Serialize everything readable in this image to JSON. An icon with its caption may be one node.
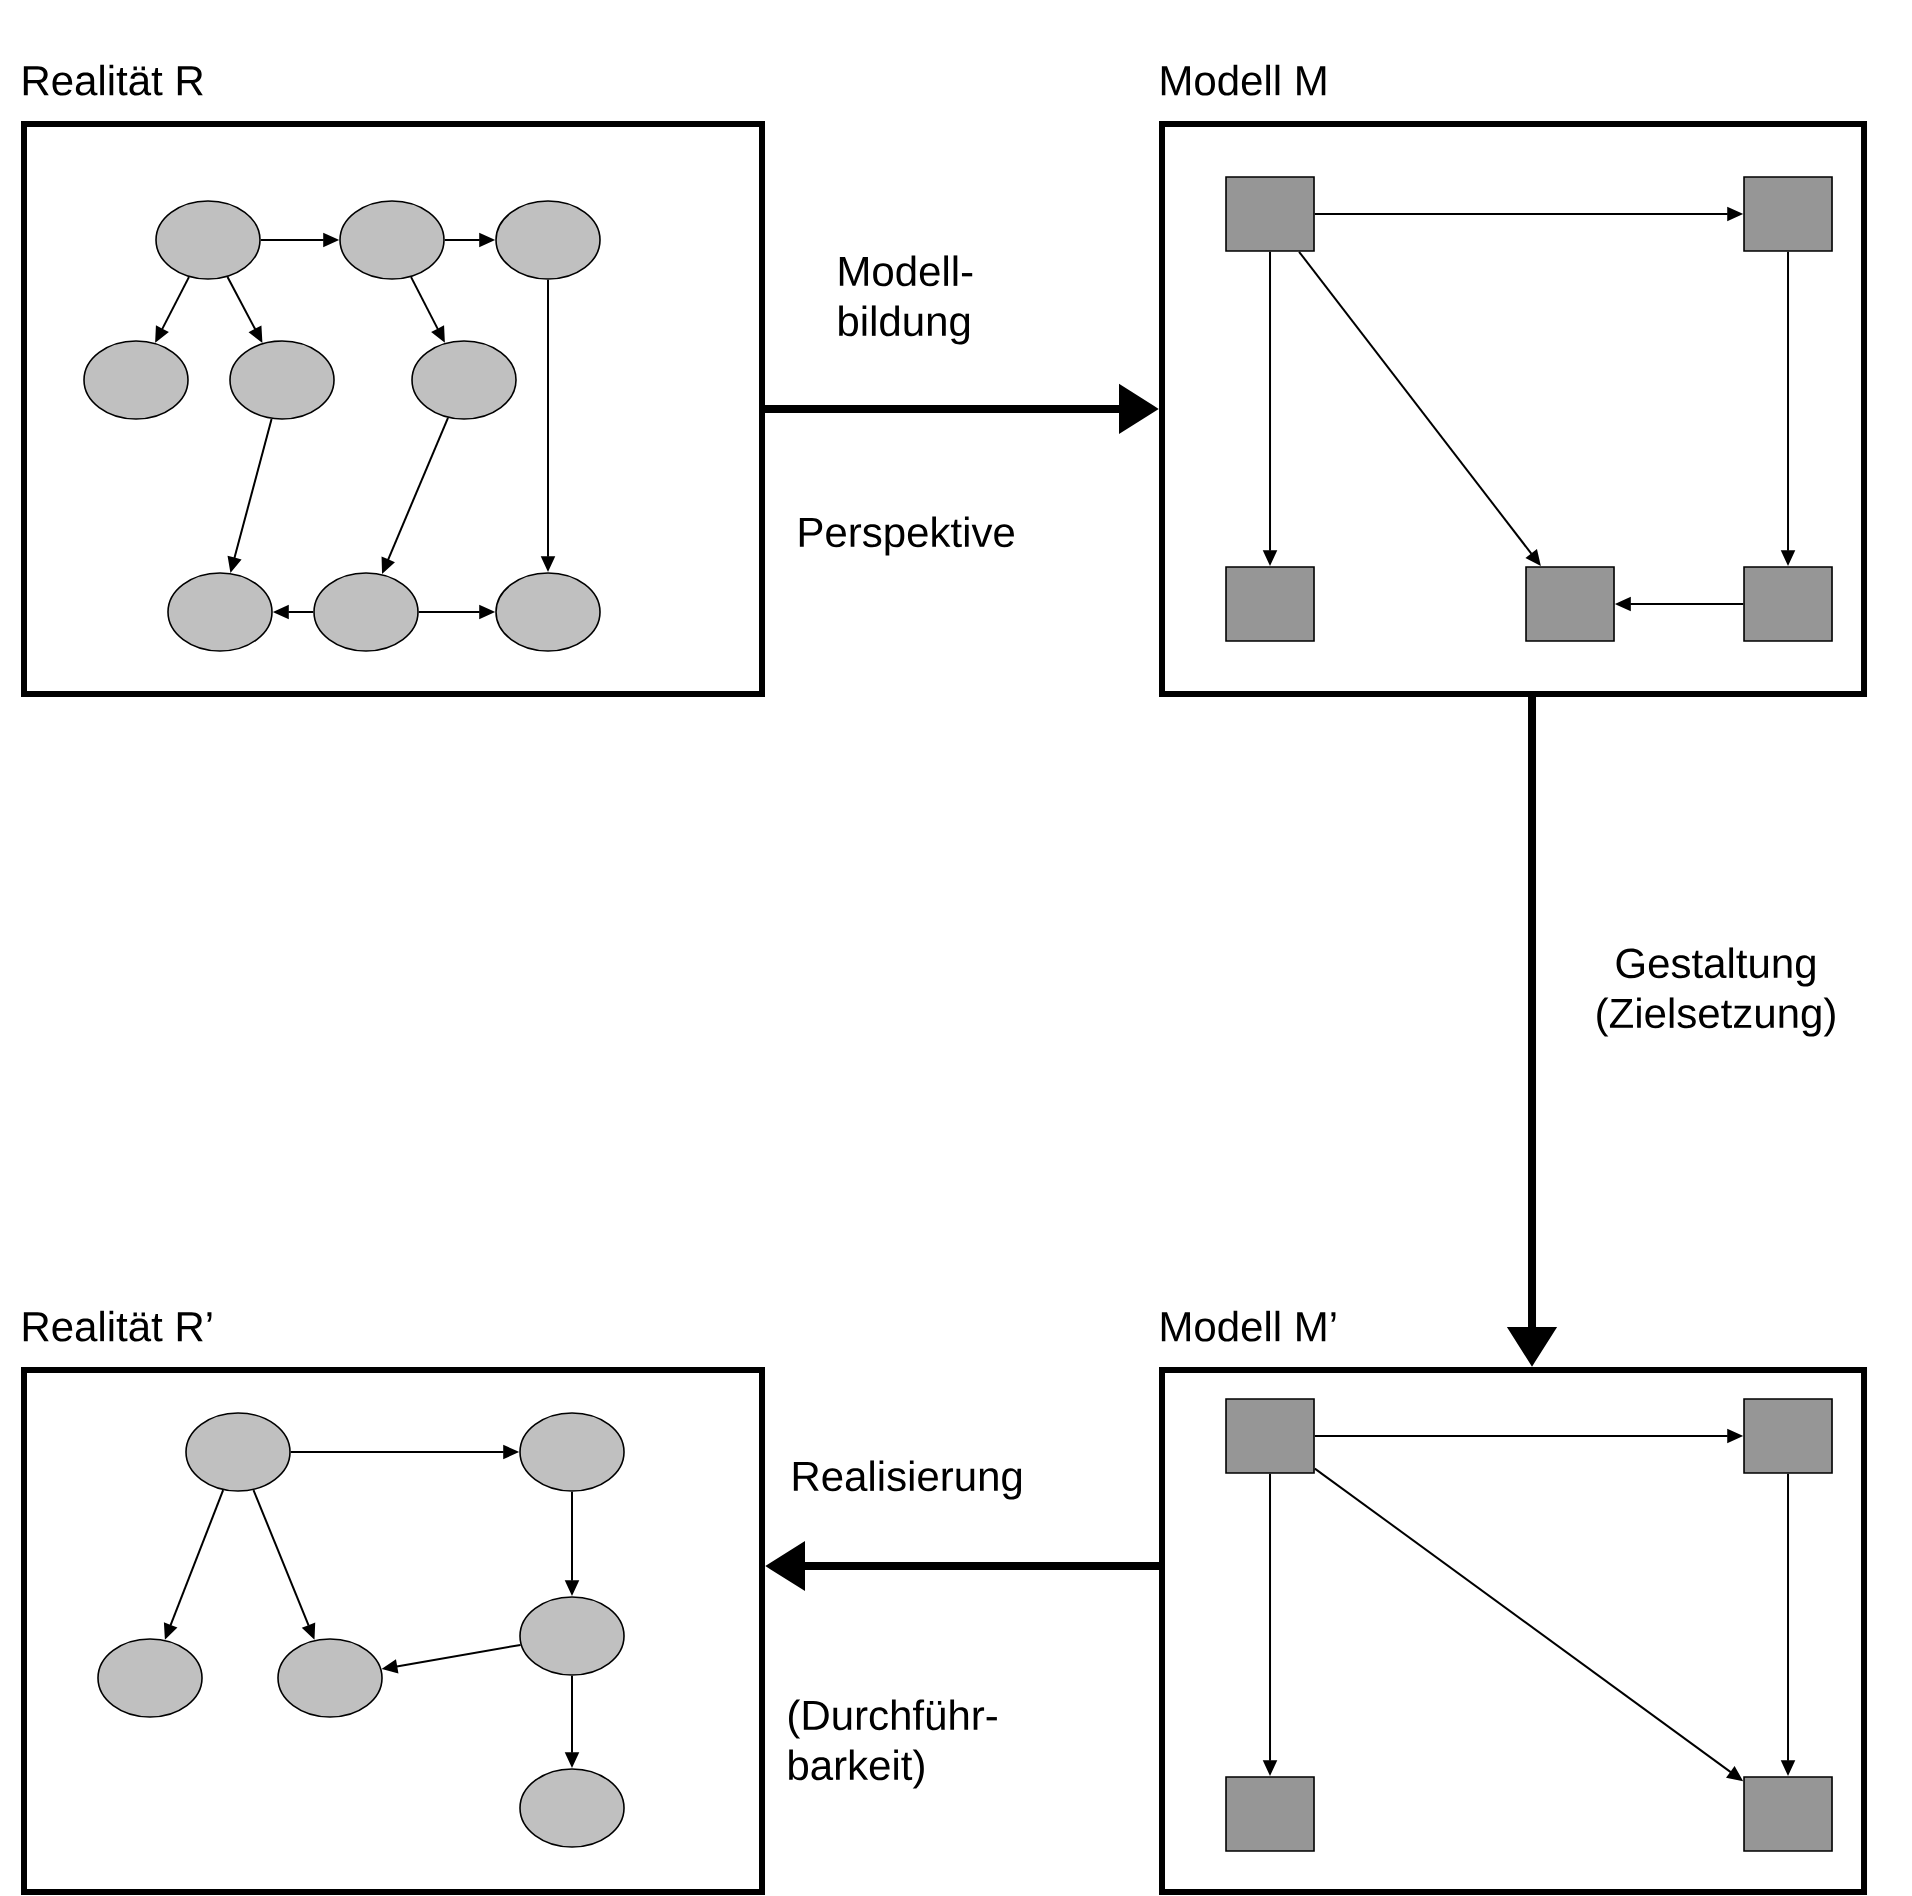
{
  "diagram": {
    "nodes": [
      {
        "text": [
          "Realität R"
        ]
      },
      {
        "text": [],
        "shape": "ellipse",
        "in": 0
      },
      {
        "text": [],
        "shape": "ellipse",
        "in": 0
      },
      {
        "text": [],
        "shape": "ellipse",
        "in": 0
      },
      {
        "text": [],
        "shape": "ellipse",
        "in": 0
      },
      {
        "text": [],
        "shape": "ellipse",
        "in": 0
      },
      {
        "text": [],
        "shape": "ellipse",
        "in": 0
      },
      {
        "text": [],
        "shape": "ellipse",
        "in": 0
      },
      {
        "text": [],
        "shape": "ellipse",
        "in": 0
      },
      {
        "text": [],
        "shape": "ellipse",
        "in": 0
      },
      {
        "text": [
          "Modell M"
        ]
      },
      {
        "text": [],
        "shape": "box",
        "in": 10
      },
      {
        "text": [],
        "shape": "box",
        "in": 10
      },
      {
        "text": [],
        "shape": "box",
        "in": 10
      },
      {
        "text": [],
        "shape": "box",
        "in": 10
      },
      {
        "text": [],
        "shape": "box",
        "in": 10
      },
      {
        "text": [
          "Realität R’"
        ]
      },
      {
        "text": [],
        "shape": "ellipse",
        "in": 16
      },
      {
        "text": [],
        "shape": "ellipse",
        "in": 16
      },
      {
        "text": [],
        "shape": "ellipse",
        "in": 16
      },
      {
        "text": [],
        "shape": "ellipse",
        "in": 16
      },
      {
        "text": [],
        "shape": "ellipse",
        "in": 16
      },
      {
        "text": [],
        "shape": "ellipse",
        "in": 16
      },
      {
        "text": [
          "Modell M’"
        ]
      },
      {
        "text": [],
        "shape": "box",
        "in": 23
      },
      {
        "text": [],
        "shape": "box",
        "in": 23
      },
      {
        "text": [],
        "shape": "box",
        "in": 23
      },
      {
        "text": [],
        "shape": "box",
        "in": 23
      }
    ],
    "edges": [
      {
        "from": 1,
        "to": 2,
        "arrow": "to"
      },
      {
        "from": 2,
        "to": 3,
        "arrow": "to"
      },
      {
        "from": 1,
        "to": 4,
        "arrow": "to"
      },
      {
        "from": 1,
        "to": 5,
        "arrow": "to"
      },
      {
        "from": 2,
        "to": 6,
        "arrow": "to"
      },
      {
        "from": 5,
        "to": 7,
        "arrow": "to"
      },
      {
        "from": 6,
        "to": 8,
        "arrow": "to"
      },
      {
        "from": 3,
        "to": 9,
        "arrow": "to"
      },
      {
        "from": 8,
        "to": 7,
        "arrow": "to"
      },
      {
        "from": 8,
        "to": 9,
        "arrow": "to"
      },
      {
        "from": 11,
        "to": 12,
        "arrow": "to"
      },
      {
        "from": 11,
        "to": 13,
        "arrow": "to"
      },
      {
        "from": 11,
        "to": 14,
        "arrow": "to"
      },
      {
        "from": 12,
        "to": 15,
        "arrow": "to"
      },
      {
        "from": 15,
        "to": 14,
        "arrow": "to"
      },
      {
        "from": 17,
        "to": 18,
        "arrow": "to"
      },
      {
        "from": 17,
        "to": 19,
        "arrow": "to"
      },
      {
        "from": 17,
        "to": 20,
        "arrow": "to"
      },
      {
        "from": 18,
        "to": 21,
        "arrow": "to"
      },
      {
        "from": 21,
        "to": 20,
        "arrow": "to"
      },
      {
        "from": 21,
        "to": 22,
        "arrow": "to"
      },
      {
        "from": 24,
        "to": 25,
        "arrow": "to"
      },
      {
        "from": 24,
        "to": 26,
        "arrow": "to"
      },
      {
        "from": 24,
        "to": 27,
        "arrow": "to"
      },
      {
        "from": 25,
        "to": 27,
        "arrow": "to"
      },
      {
        "from": 0,
        "to": 10,
        "arrow": "to",
        "style": "thick",
        "label": "Modell- bildung"
      },
      {
        "from": 10,
        "to": 23,
        "arrow": "to",
        "style": "thick",
        "label": "Gestaltung (Zielsetzung)"
      },
      {
        "from": 23,
        "to": 16,
        "arrow": "to",
        "style": "thick",
        "label": "Realisierung"
      }
    ],
    "labels": [
      "Perspektive",
      "(Durchführ- barkeit)"
    ]
  }
}
